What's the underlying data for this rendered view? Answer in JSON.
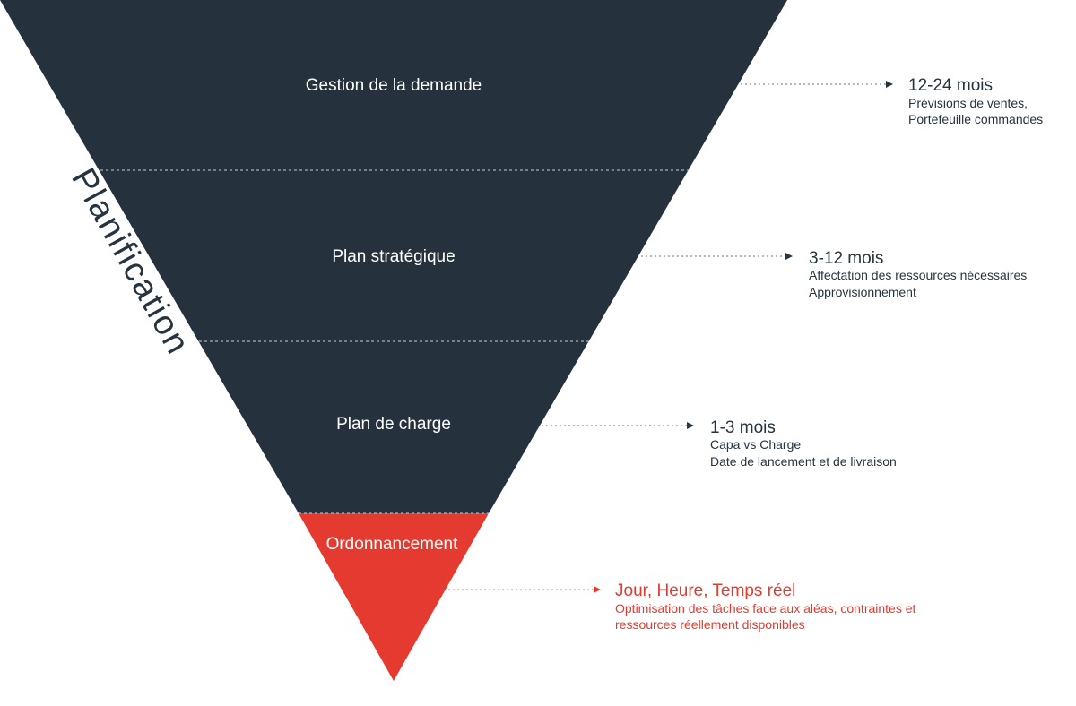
{
  "side_label": "Planification",
  "levels": [
    {
      "label": "Gestion de la demande"
    },
    {
      "label": "Plan stratégique"
    },
    {
      "label": "Plan de charge"
    },
    {
      "label": "Ordonnancement"
    }
  ],
  "annotations": [
    {
      "title": "12-24 mois",
      "lines": [
        "Prévisions de ventes,",
        "Portefeuille commandes"
      ]
    },
    {
      "title": "3-12 mois",
      "lines": [
        "Affectation des ressources nécessaires",
        "Approvisionnement"
      ]
    },
    {
      "title": "1-3 mois",
      "lines": [
        "Capa vs Charge",
        "Date de lancement et de livraison"
      ]
    },
    {
      "title": "Jour, Heure, Temps réel",
      "lines": [
        "Optimisation des tâches face aux aléas, contraintes et",
        "ressources réellement disponibles"
      ]
    }
  ],
  "colors": {
    "dark": "#25323d",
    "accent": "#e53a2f",
    "text_dark": "#263440",
    "divider": "#c8ced3",
    "arrow": "#6b7680"
  }
}
